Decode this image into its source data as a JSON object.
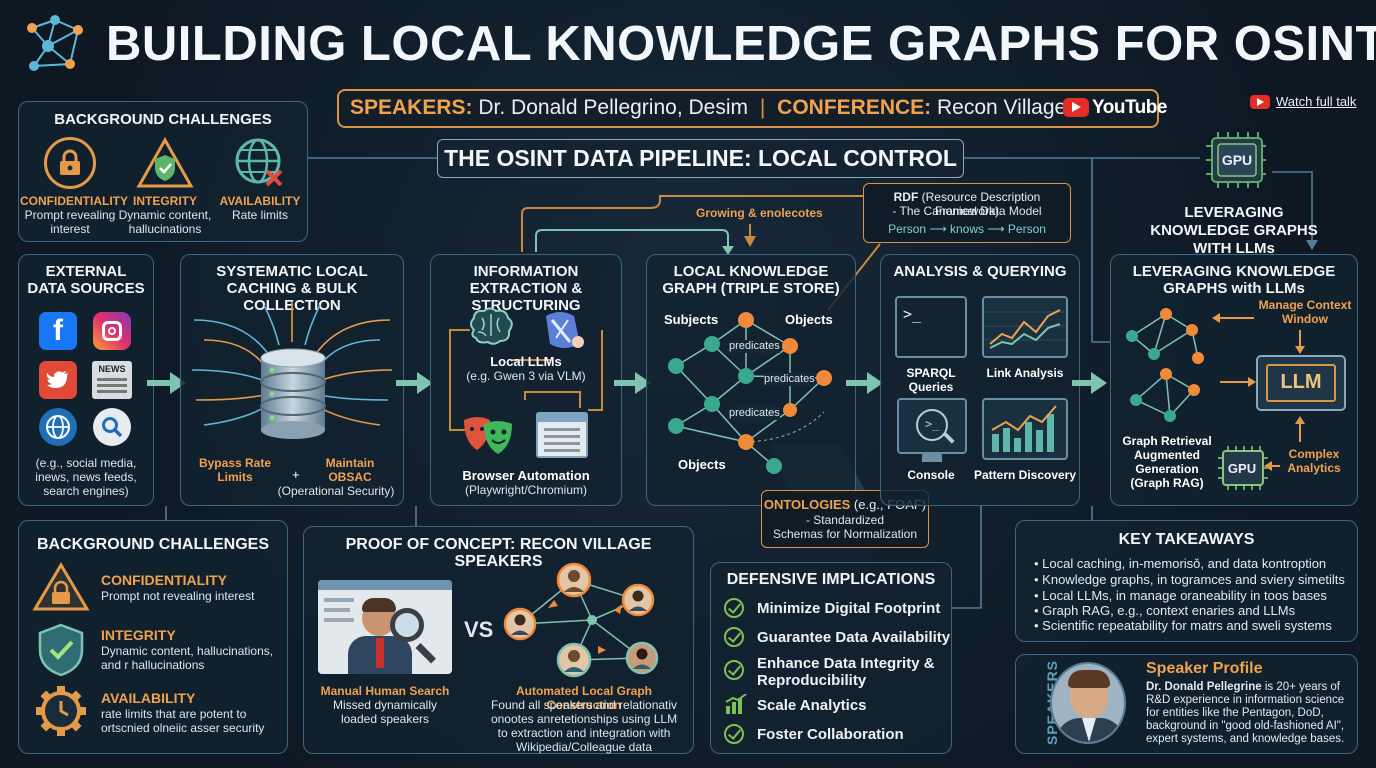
{
  "title": "BUILDING LOCAL KNOWLEDGE GRAPHS FOR OSINT",
  "header": {
    "speakers_label": "SPEAKERS:",
    "speakers_value": "Dr. Donald Pellegrino, Desim",
    "conference_label": "CONFERENCE:",
    "conference_value": "Recon Village",
    "youtube": "YouTube",
    "watch": "Watch full talk"
  },
  "pipeline_title": "THE OSINT DATA PIPELINE: LOCAL CONTROL",
  "bg_top": {
    "title": "BACKGROUND CHALLENGES",
    "items": [
      {
        "label": "CONFIDENTIALITY",
        "desc": "Prompt revealing interest"
      },
      {
        "label": "INTEGRITY",
        "desc": "Dynamic content, hallucinations"
      },
      {
        "label": "AVAILABILITY",
        "desc": "Rate limits"
      }
    ]
  },
  "gpu_top": {
    "chip": "GPU",
    "caption": "LEVERAGING KNOWLEDGE GRAPHS WITH LLMs"
  },
  "external": {
    "title": "EXTERNAL DATA SOURCES",
    "news": "NEWS",
    "caption": "(e.g., social media, inews, news feeds, search engines)"
  },
  "caching": {
    "title": "SYSTEMATIC LOCAL CACHING & BULK COLLECTION",
    "bypass": "Bypass Rate Limits",
    "plus": "+",
    "maintain": "Maintain OBSAC",
    "opsec": "(Operational Security)"
  },
  "extraction": {
    "title": "INFORMATION EXTRACTION & STRUCTURING",
    "llm": "Local LLMs",
    "llm_sub": "(e.g. Gwen 3 via VLM)",
    "browser": "Browser Automation",
    "browser_sub": "(Playwright/Chromium)"
  },
  "graph": {
    "title": "LOCAL KNOWLEDGE GRAPH (TRIPLE STORE)",
    "subjects": "Subjects",
    "objects_top": "Objects",
    "objects_bottom": "Objects",
    "predicates": [
      "predicates",
      "predicates",
      "predicates"
    ],
    "growing": "Growing & enolecotes"
  },
  "rdf": {
    "title_bold": "RDF",
    "title_rest": "(Resource Description Framework)",
    "sub": "- The Canonical Data Model",
    "person1": "Person",
    "knows": "knows",
    "person2": "Person"
  },
  "ontologies": {
    "title_bold": "ONTOLOGIES",
    "title_rest": "(e.g., FOAF)",
    "line2": "- Standardized",
    "line3": "Schemas for Normalization"
  },
  "analysis": {
    "title": "ANALYSIS & QUERYING",
    "items": [
      "SPARQL Queries",
      "Link Analysis",
      "Console",
      "Pattern Discovery"
    ]
  },
  "leverage": {
    "title": "LEVERAGING KNOWLEDGE GRAPHS with LLMs",
    "manage": "Manage Context Window",
    "llm": "LLM",
    "rag": "Graph Retrieval Augmented Generation (Graph RAG)",
    "gpu": "GPU",
    "complex": "Complex Analytics"
  },
  "bg_bottom": {
    "title": "BACKGROUND CHALLENGES",
    "items": [
      {
        "label": "CONFIDENTIALITY",
        "desc": "Prompt not revealing interest"
      },
      {
        "label": "INTEGRITY",
        "desc": "Dynamic content, hallucinations, and r hallucinations"
      },
      {
        "label": "AVAILABILITY",
        "desc": "rate limits that are potent to ortscnied olneiic asser security"
      }
    ]
  },
  "poc": {
    "title": "PROOF OF CONCEPT: RECON VILLAGE SPEAKERS",
    "manual": "Manual Human Search",
    "manual_desc": "Missed dynamically loaded speakers",
    "vs": "VS",
    "auto": "Automated Local Graph Construction",
    "auto_desc": "Found all speakers and relationativ onootes anretetionships using LLM to extraction and integration with Wikipedia/Colleague data"
  },
  "defensive": {
    "title": "DEFENSIVE IMPLICATIONS",
    "items": [
      "Minimize Digital Footprint",
      "Guarantee Data Availability",
      "Enhance Data Integrity & Reproducibility",
      "Scale Analytics",
      "Foster Collaboration"
    ]
  },
  "takeaways": {
    "title": "KEY TAKEAWAYS",
    "items": [
      "Local caching, in-memorisǒ, and data kontroption",
      "Knowledge graphs, in togramces and sviery simetilts",
      "Local LLMs, in manage oraneability in toos bases",
      "Graph RAG, e.g., context enaries and LLMs",
      "Scientific repeatability for matrs and sweli systems"
    ]
  },
  "speaker": {
    "side": "SPEAKERS",
    "title": "Speaker Profile",
    "name": "Dr. Donald Pellegrine",
    "bio": " is 20+ years of R&D experience in information science for entities like the Pentagon, DoD, background in \"good old-fashioned AI\", expert systems, and knowledge bases."
  },
  "colors": {
    "accent": "#f0a24f",
    "teal": "#7fc4b0",
    "border": "#3d6680",
    "check": "#7fbf55"
  }
}
